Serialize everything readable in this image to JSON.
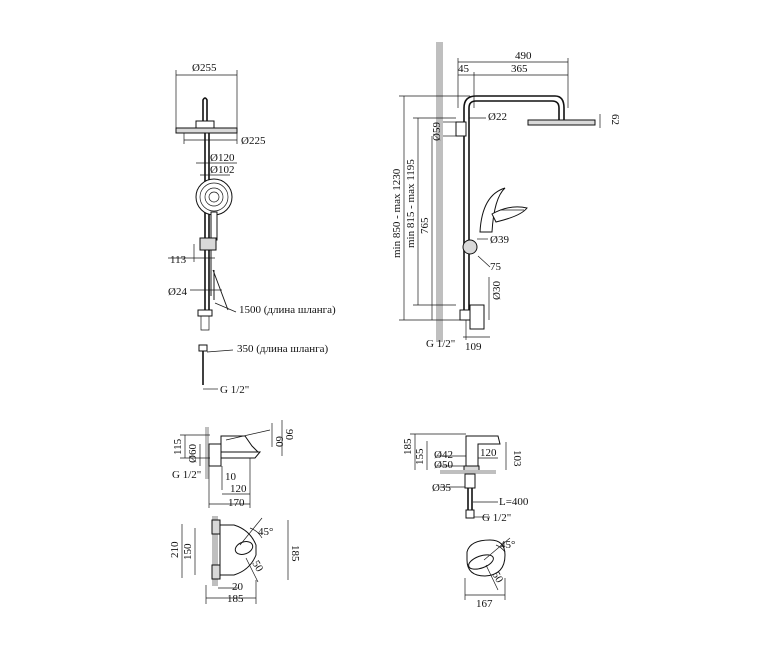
{
  "front_view": {
    "d255": "Ø255",
    "d225": "Ø225",
    "d120": "Ø120",
    "d102": "Ø102",
    "l113": "113",
    "d24": "Ø24",
    "hose1500": "1500 (длина шланга)",
    "hose350": "350 (длина шланга)",
    "g12": "G 1/2\""
  },
  "side_view": {
    "l490": "490",
    "l45": "45",
    "l365": "365",
    "l62": "62",
    "d59": "Ø59",
    "d22": "Ø22",
    "range1": "min 850 - max 1230",
    "range2": "min 815 - max 1195",
    "l765": "765",
    "d39": "Ø39",
    "l75": "75",
    "d30": "Ø30",
    "g12": "G 1/2\"",
    "l109": "109"
  },
  "bath_mixer": {
    "l115": "115",
    "d60": "Ø60",
    "l60": "60",
    "l90": "90",
    "g12": "G 1/2\"",
    "l10": "10",
    "l120": "120",
    "l170": "170",
    "l210": "210",
    "l150": "150",
    "l45deg": "45°",
    "l185v": "185",
    "l50": "50",
    "l20": "20",
    "l185h": "185"
  },
  "basin_mixer": {
    "l185": "185",
    "l155": "155",
    "d42": "Ø42",
    "d50": "Ø50",
    "l120": "120",
    "l103": "103",
    "d35": "Ø35",
    "hoseL": "L=400",
    "g12": "G 1/2\"",
    "l45deg": "45°",
    "l50": "50",
    "l167": "167"
  }
}
